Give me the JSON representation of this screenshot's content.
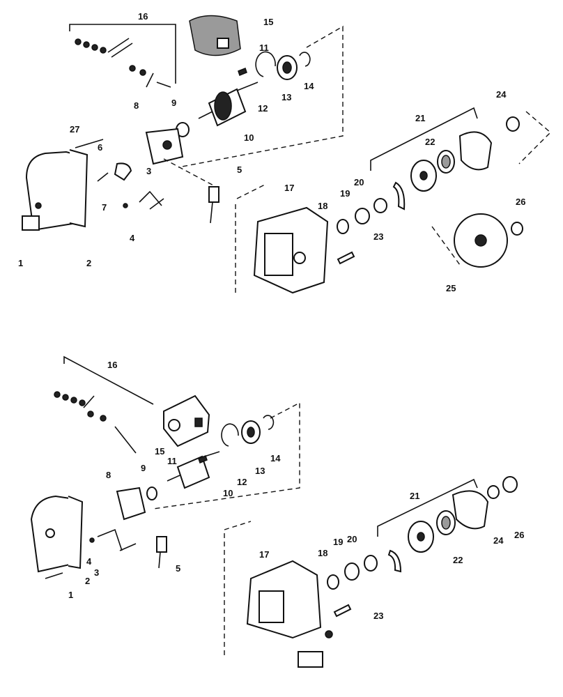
{
  "labels": {
    "top": [
      "1",
      "2",
      "3",
      "4",
      "5",
      "6",
      "7",
      "8",
      "9",
      "10",
      "11",
      "12",
      "13",
      "14",
      "15",
      "16",
      "17",
      "18",
      "19",
      "20",
      "21",
      "22",
      "23",
      "24",
      "25",
      "26",
      "27"
    ],
    "bottom": [
      "1",
      "2",
      "3",
      "4",
      "5",
      "8",
      "9",
      "10",
      "11",
      "12",
      "13",
      "14",
      "15",
      "16",
      "17",
      "18",
      "19",
      "20",
      "21",
      "22",
      "23",
      "24",
      "26"
    ]
  }
}
